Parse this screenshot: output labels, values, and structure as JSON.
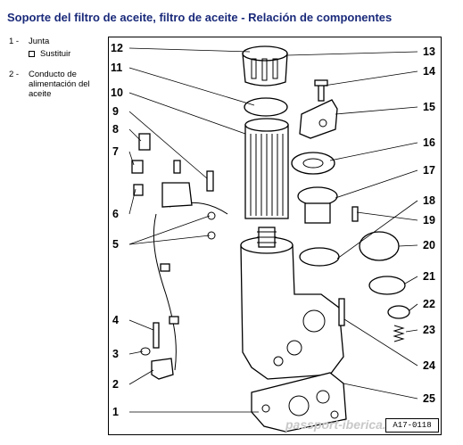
{
  "title": "Soporte del filtro de aceite, filtro de aceite - Relación de componentes",
  "legend": [
    {
      "num": "1 -",
      "text": "Junta",
      "sub": "Sustituir"
    },
    {
      "num": "2 -",
      "text": "Conducto de alimentación del aceite"
    }
  ],
  "callouts": {
    "left": [
      "12",
      "11",
      "10",
      "9",
      "8",
      "7",
      "6",
      "5",
      "4",
      "3",
      "2",
      "1"
    ],
    "right": [
      "13",
      "14",
      "15",
      "16",
      "17",
      "18",
      "19",
      "20",
      "21",
      "22",
      "23",
      "24",
      "25"
    ]
  },
  "figure_code": "A17-0118",
  "watermark": "passport-iberica.com"
}
